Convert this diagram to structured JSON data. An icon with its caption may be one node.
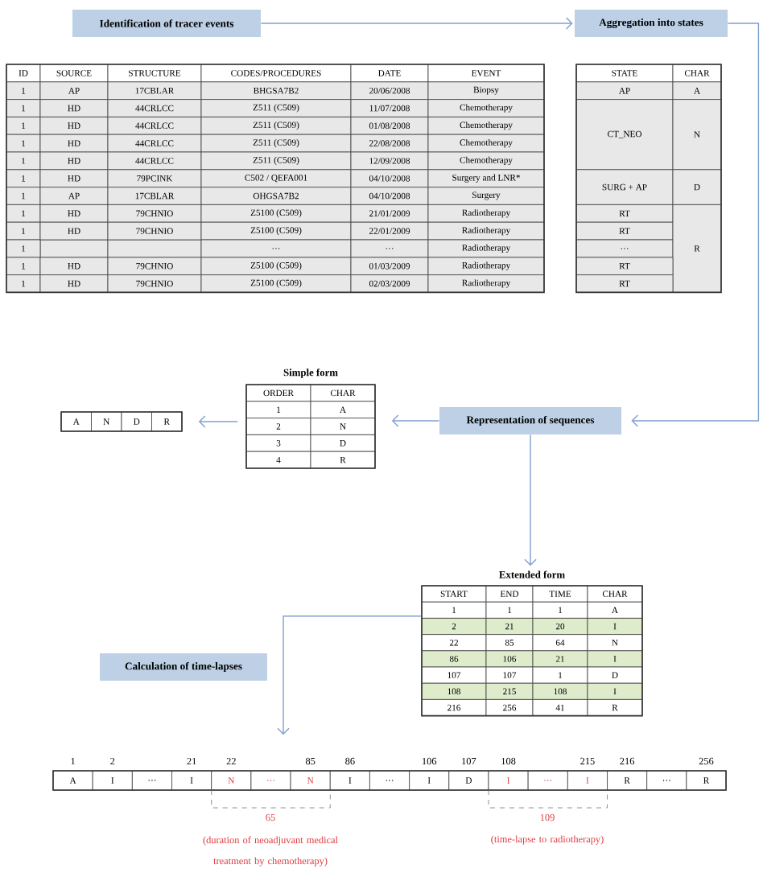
{
  "diagram": {
    "nodes": [
      {
        "text": [
          "Identification of tracer events"
        ]
      },
      {
        "text": [
          "Aggregation into states"
        ]
      },
      {
        "text": [
          "ID",
          "SOURCE",
          "STRUCTURE",
          "CODES/PROCEDURES",
          "DATE",
          "EVENT",
          "1",
          "AP",
          "17CBLAR",
          "BHGSA7B2",
          "20/06/2008",
          "Biopsy",
          "1",
          "HD",
          "44CRLCC",
          "Z511 (C509)",
          "11/07/2008",
          "Chemotherapy",
          "1",
          "HD",
          "44CRLCC",
          "Z511 (C509)",
          "01/08/2008",
          "Chemotherapy",
          "1",
          "HD",
          "44CRLCC",
          "Z511 (C509)",
          "22/08/2008",
          "Chemotherapy",
          "1",
          "HD",
          "44CRLCC",
          "Z511 (C509)",
          "12/09/2008",
          "Chemotherapy",
          "1",
          "HD",
          "79PCINK",
          "C502 / QEFA001",
          "04/10/2008",
          "Surgery and LNR*",
          "1",
          "AP",
          "17CBLAR",
          "OHGSA7B2",
          "04/10/2008",
          "Surgery",
          "1",
          "HD",
          "79CHNIO",
          "Z5100 (C509)",
          "21/01/2009",
          "Radiotherapy",
          "1",
          "HD",
          "79CHNIO",
          "Z5100 (C509)",
          "22/01/2009",
          "Radiotherapy",
          "1",
          "…",
          "…",
          "Radiotherapy",
          "1",
          "HD",
          "79CHNIO",
          "Z5100 (C509)",
          "01/03/2009",
          "Radiotherapy",
          "1",
          "HD",
          "79CHNIO",
          "Z5100 (C509)",
          "02/03/2009",
          "Radiotherapy"
        ]
      },
      {
        "text": [
          "STATE",
          "CHAR",
          "AP",
          "A",
          "CT_NEO",
          "N",
          "SURG + AP",
          "D",
          "RT",
          "RT",
          "…",
          "R",
          "RT",
          "RT"
        ]
      },
      {
        "text": [
          "A",
          "N",
          "D",
          "R"
        ]
      },
      {
        "text": [
          "Simple form",
          "ORDER",
          "CHAR",
          "1",
          "A",
          "2",
          "N",
          "3",
          "D",
          "4",
          "R"
        ]
      },
      {
        "text": [
          "Representation of sequences"
        ]
      },
      {
        "text": [
          "Extended form",
          "START",
          "END",
          "TIME",
          "CHAR",
          "1",
          "1",
          "1",
          "A",
          "2",
          "21",
          "20",
          "I",
          "22",
          "85",
          "64",
          "N",
          "86",
          "106",
          "21",
          "I",
          "107",
          "107",
          "1",
          "D",
          "108",
          "215",
          "108",
          "I",
          "216",
          "256",
          "41",
          "R"
        ]
      },
      {
        "text": [
          "Calculation of time-lapses"
        ]
      },
      {
        "text": [
          "A",
          "I",
          "…",
          "I",
          "N",
          "…",
          "N",
          "I",
          "…",
          "I",
          "D",
          "I",
          "…",
          "I",
          "R",
          "…",
          "R"
        ]
      }
    ],
    "edges": [
      {
        "from": 0,
        "to": 1,
        "arrow": "to"
      },
      {
        "from": 1,
        "to": 6,
        "arrow": "to"
      },
      {
        "from": 6,
        "to": 5,
        "arrow": "to"
      },
      {
        "from": 5,
        "to": 4,
        "arrow": "to"
      },
      {
        "from": 6,
        "to": 7,
        "arrow": "to"
      },
      {
        "from": 7,
        "to": 9,
        "arrow": "to"
      }
    ],
    "labels": [
      "1",
      "2",
      "21",
      "22",
      "85",
      "86",
      "106",
      "107",
      "108",
      "215",
      "216",
      "256",
      "65",
      "109",
      "(duration of neoadjuvant medical treatment by chemotherapy)",
      "(time-lapse to radiotherapy)"
    ]
  }
}
